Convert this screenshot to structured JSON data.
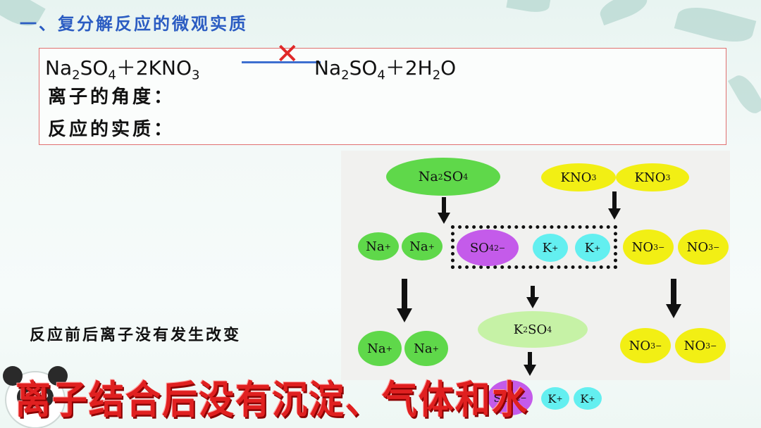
{
  "title": "一、复分解反应的微观实质",
  "equation": {
    "reactants": [
      "Na",
      "2",
      "SO",
      "4",
      "＋2KNO",
      "3"
    ],
    "products": [
      "Na",
      "2",
      "SO",
      "4",
      "＋2H",
      "2",
      "O"
    ],
    "cross": "✕"
  },
  "labels": {
    "ion_view": "离子的角度：",
    "essence": "反应的实质："
  },
  "note": "反应前后离子没有发生改变",
  "conclusion": "离子结合后没有沉淀、气体和水",
  "diagram": {
    "top_na2so4": [
      "Na",
      "2",
      "SO",
      "4"
    ],
    "top_kno3_a": [
      "KNO",
      "3"
    ],
    "top_kno3_b": [
      "KNO",
      "3"
    ],
    "na_plus": "Na",
    "plus": "+",
    "so4": [
      "SO",
      "4",
      "2−"
    ],
    "k_plus": "K",
    "no3": [
      "NO",
      "3",
      "−"
    ],
    "k2so4": [
      "K",
      "2",
      "SO",
      "4"
    ]
  },
  "colors": {
    "title": "#2b5cc2",
    "box_border": "#e07070",
    "arrow": "#3d6fd0",
    "cross": "#e02828",
    "green": "#5fd84a",
    "yellow": "#f2ef14",
    "purple": "#c45bea",
    "cyan": "#63eff0",
    "conclusion": "#e02020"
  }
}
